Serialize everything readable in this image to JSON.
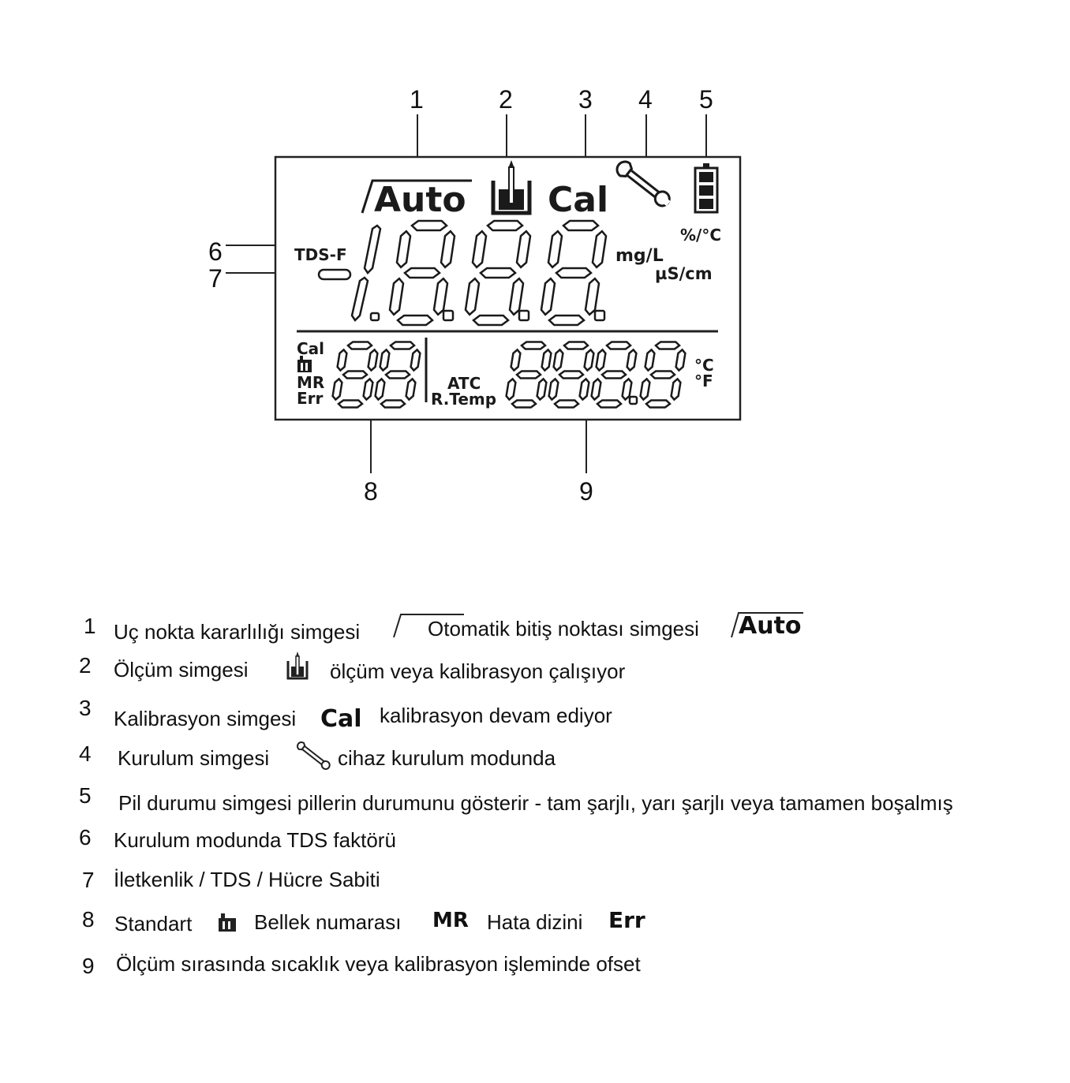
{
  "callouts": [
    "1",
    "2",
    "3",
    "4",
    "5",
    "6",
    "7",
    "8",
    "9"
  ],
  "lcd": {
    "auto": "Auto",
    "cal": "Cal",
    "tds_f": "TDS-F",
    "mg_l": "mg/L",
    "us_cm": "µS/cm",
    "pct_c": "%/°C",
    "sub_cal": "Cal",
    "mr": "MR",
    "err": "Err",
    "atc": "ATC",
    "rtemp": "R.Temp",
    "deg_c": "°C",
    "deg_f": "°F"
  },
  "legend": [
    {
      "num": "1",
      "text_a": "Uç nokta kararlılığı simgesi",
      "text_b": "Otomatik bitiş noktası simgesi",
      "sym": "Auto"
    },
    {
      "num": "2",
      "text_a": "Ölçüm simgesi",
      "text_b": "ölçüm veya kalibrasyon çalışıyor"
    },
    {
      "num": "3",
      "text_a": "Kalibrasyon simgesi",
      "sym": "Cal",
      "text_b": "kalibrasyon devam ediyor"
    },
    {
      "num": "4",
      "text_a": "Kurulum simgesi",
      "text_b": "cihaz kurulum modunda"
    },
    {
      "num": "5",
      "text_a": "Pil durumu simgesi pillerin durumunu gösterir - tam şarjlı, yarı şarjlı veya tamamen boşalmış"
    },
    {
      "num": "6",
      "text_a": "Kurulum modunda TDS faktörü"
    },
    {
      "num": "7",
      "text_a": "İletkenlik / TDS / Hücre Sabiti"
    },
    {
      "num": "8",
      "text_a": "Standart",
      "text_b": "Bellek numarası",
      "sym": "MR",
      "text_c": "Hata dizini",
      "sym2": "Err"
    },
    {
      "num": "9",
      "text_a": "Ölçüm sırasında sıcaklık veya kalibrasyon işleminde ofset"
    }
  ]
}
